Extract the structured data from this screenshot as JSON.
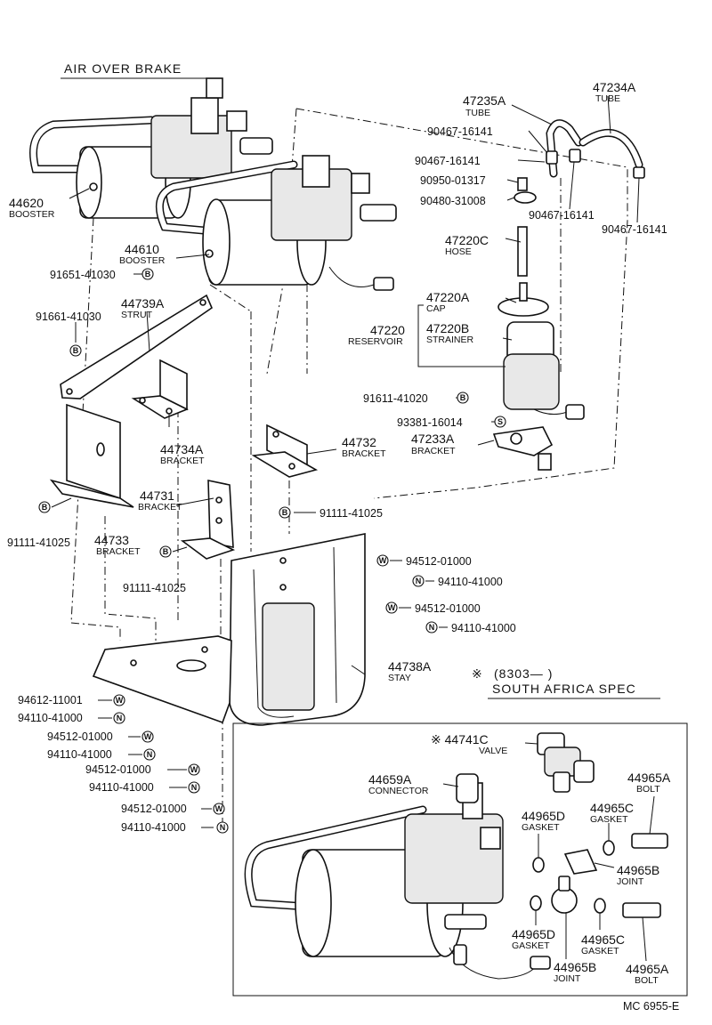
{
  "title": "AIR OVER BRAKE",
  "catalog_code": "MC  6955-E",
  "note": {
    "mark": "※",
    "range": "(8303—      )",
    "spec": "SOUTH AFRICA SPEC"
  },
  "labels": {
    "l44620": {
      "num": "44620",
      "name": "BOOSTER"
    },
    "l44610": {
      "num": "44610",
      "name": "BOOSTER"
    },
    "l44739A": {
      "num": "44739A",
      "name": "STRUT"
    },
    "l44734A": {
      "num": "44734A",
      "name": "BRACKET"
    },
    "l44732": {
      "num": "44732",
      "name": "BRACKET"
    },
    "l44731": {
      "num": "44731",
      "name": "BRACKET"
    },
    "l44733": {
      "num": "44733",
      "name": "BRACKET"
    },
    "l44738A": {
      "num": "44738A",
      "name": "STAY"
    },
    "l47235A": {
      "num": "47235A",
      "name": "TUBE"
    },
    "l47234A": {
      "num": "47234A",
      "name": "TUBE"
    },
    "l47220C": {
      "num": "47220C",
      "name": "HOSE"
    },
    "l47220A": {
      "num": "47220A",
      "name": "CAP"
    },
    "l47220": {
      "num": "47220",
      "name": "RESERVOIR"
    },
    "l47220B": {
      "num": "47220B",
      "name": "STRAINER"
    },
    "l47233A": {
      "num": "47233A",
      "name": "BRACKET"
    },
    "l44741C": {
      "num": "※ 44741C",
      "name": "VALVE"
    },
    "l44659A": {
      "num": "44659A",
      "name": "CONNECTOR"
    },
    "l44965A1": {
      "num": "44965A",
      "name": "BOLT"
    },
    "l44965C1": {
      "num": "44965C",
      "name": "GASKET"
    },
    "l44965D1": {
      "num": "44965D",
      "name": "GASKET"
    },
    "l44965B1": {
      "num": "44965B",
      "name": "JOINT"
    },
    "l44965D2": {
      "num": "44965D",
      "name": "GASKET"
    },
    "l44965C2": {
      "num": "44965C",
      "name": "GASKET"
    },
    "l44965B2": {
      "num": "44965B",
      "name": "JOINT"
    },
    "l44965A2": {
      "num": "44965A",
      "name": "BOLT"
    }
  },
  "parts": {
    "p16141a": "90467-16141",
    "p16141b": "90467-16141",
    "p16141c": "90467-16141",
    "p16141d": "90467-16141",
    "p01317": "90950-01317",
    "p31008": "90480-31008",
    "p41030a": "91651-41030",
    "p41030b": "91661-41030",
    "p41020": "91611-41020",
    "p16014": "93381-16014",
    "p41025a": "91111-41025",
    "p41025b": "91111-41025",
    "p41025c": "91111-41025",
    "p01000a": "94512-01000",
    "p41000a": "94110-41000",
    "p01000b": "94512-01000",
    "p41000b": "94110-41000",
    "p11001": "94612-11001",
    "p41000c": "94110-41000",
    "p01000c": "94512-01000",
    "p41000d": "94110-41000",
    "p01000d": "94512-01000",
    "p41000e": "94110-41000",
    "p01000e": "94512-01000",
    "p41000f": "94110-41000"
  },
  "marks": {
    "B": "B",
    "N": "N",
    "W": "W",
    "S": "S"
  }
}
